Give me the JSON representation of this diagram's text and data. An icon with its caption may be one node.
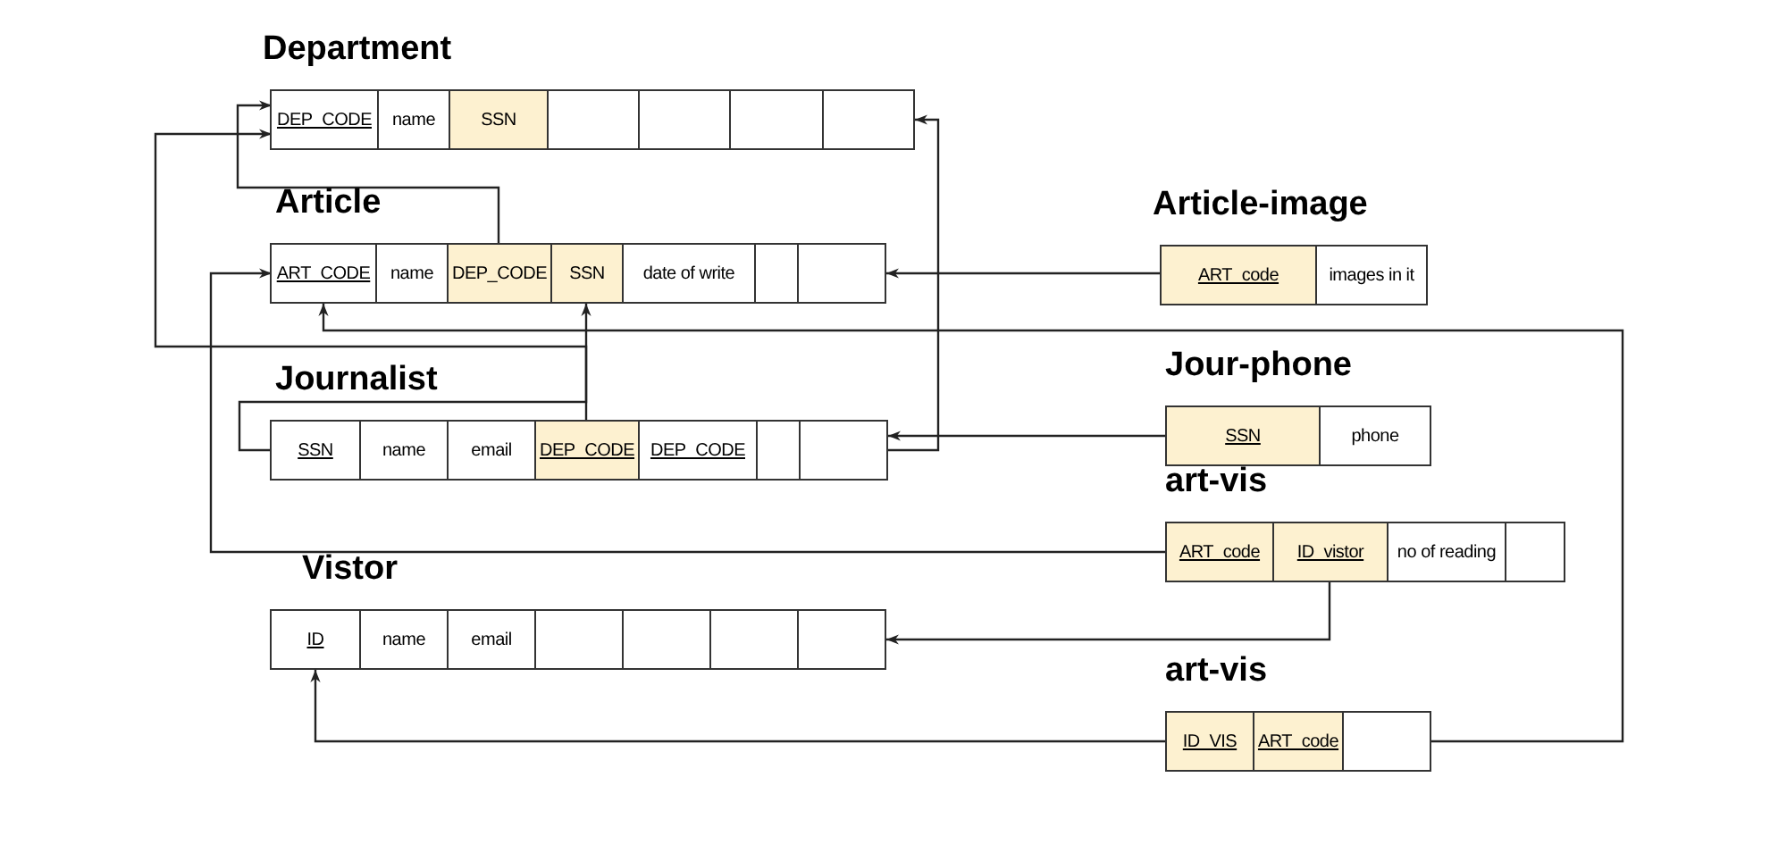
{
  "diagram": {
    "nodes": [
      {
        "text": [
          "Department"
        ]
      },
      {
        "text": [
          "DEP_CODE"
        ],
        "in": 0
      },
      {
        "text": [
          "name"
        ],
        "in": 0
      },
      {
        "text": [
          "SSN"
        ],
        "in": 0
      },
      {
        "text": [],
        "in": 0,
        "shape": "box"
      },
      {
        "text": [],
        "in": 0,
        "shape": "box"
      },
      {
        "text": [],
        "in": 0,
        "shape": "box"
      },
      {
        "text": [],
        "in": 0,
        "shape": "box"
      },
      {
        "text": [
          "Article"
        ]
      },
      {
        "text": [
          "ART_CODE"
        ],
        "in": 8
      },
      {
        "text": [
          "name"
        ],
        "in": 8
      },
      {
        "text": [
          "DEP_CODE"
        ],
        "in": 8
      },
      {
        "text": [
          "SSN"
        ],
        "in": 8
      },
      {
        "text": [
          "date of write"
        ],
        "in": 8
      },
      {
        "text": [],
        "in": 8,
        "shape": "box"
      },
      {
        "text": [],
        "in": 8,
        "shape": "box"
      },
      {
        "text": [
          "Journalist"
        ]
      },
      {
        "text": [
          "SSN"
        ],
        "in": 16
      },
      {
        "text": [
          "name"
        ],
        "in": 16
      },
      {
        "text": [
          "email"
        ],
        "in": 16
      },
      {
        "text": [
          "DEP_CODE"
        ],
        "in": 16
      },
      {
        "text": [
          "DEP_CODE"
        ],
        "in": 16
      },
      {
        "text": [],
        "in": 16,
        "shape": "box"
      },
      {
        "text": [],
        "in": 16,
        "shape": "box"
      },
      {
        "text": [
          "Vistor"
        ]
      },
      {
        "text": [
          "ID"
        ],
        "in": 24
      },
      {
        "text": [
          "name"
        ],
        "in": 24
      },
      {
        "text": [
          "email"
        ],
        "in": 24
      },
      {
        "text": [],
        "in": 24,
        "shape": "box"
      },
      {
        "text": [],
        "in": 24,
        "shape": "box"
      },
      {
        "text": [],
        "in": 24,
        "shape": "box"
      },
      {
        "text": [],
        "in": 24,
        "shape": "box"
      },
      {
        "text": [
          "Article-image"
        ]
      },
      {
        "text": [
          "ART_code"
        ],
        "in": 32
      },
      {
        "text": [
          "images in it"
        ],
        "in": 32
      },
      {
        "text": [
          "Jour-phone"
        ]
      },
      {
        "text": [
          "SSN"
        ],
        "in": 35
      },
      {
        "text": [
          "phone"
        ],
        "in": 35
      },
      {
        "text": [
          "art-vis"
        ]
      },
      {
        "text": [
          "ART_code"
        ],
        "in": 38
      },
      {
        "text": [
          "ID_vistor"
        ],
        "in": 38
      },
      {
        "text": [
          "no of reading"
        ],
        "in": 38
      },
      {
        "text": [],
        "in": 38,
        "shape": "box"
      },
      {
        "text": [
          "art-vis"
        ]
      },
      {
        "text": [
          "ID_VIS"
        ],
        "in": 43
      },
      {
        "text": [
          "ART_code"
        ],
        "in": 43
      },
      {
        "text": [],
        "in": 43,
        "shape": "box"
      }
    ],
    "edges": [
      {
        "from": 11,
        "to": 1,
        "arrow": "to"
      },
      {
        "from": 20,
        "to": 1,
        "arrow": "to"
      },
      {
        "from": 17,
        "to": 12,
        "arrow": "to"
      },
      {
        "from": 33,
        "to": 8,
        "arrow": "to"
      },
      {
        "from": 36,
        "to": 16,
        "arrow": "to"
      },
      {
        "from": 16,
        "to": 0,
        "arrow": "to"
      },
      {
        "from": 39,
        "to": 9,
        "arrow": "to"
      },
      {
        "from": 40,
        "to": 24,
        "arrow": "to"
      },
      {
        "from": 44,
        "to": 25,
        "arrow": "to"
      },
      {
        "from": 43,
        "to": 9,
        "arrow": "to"
      }
    ]
  }
}
